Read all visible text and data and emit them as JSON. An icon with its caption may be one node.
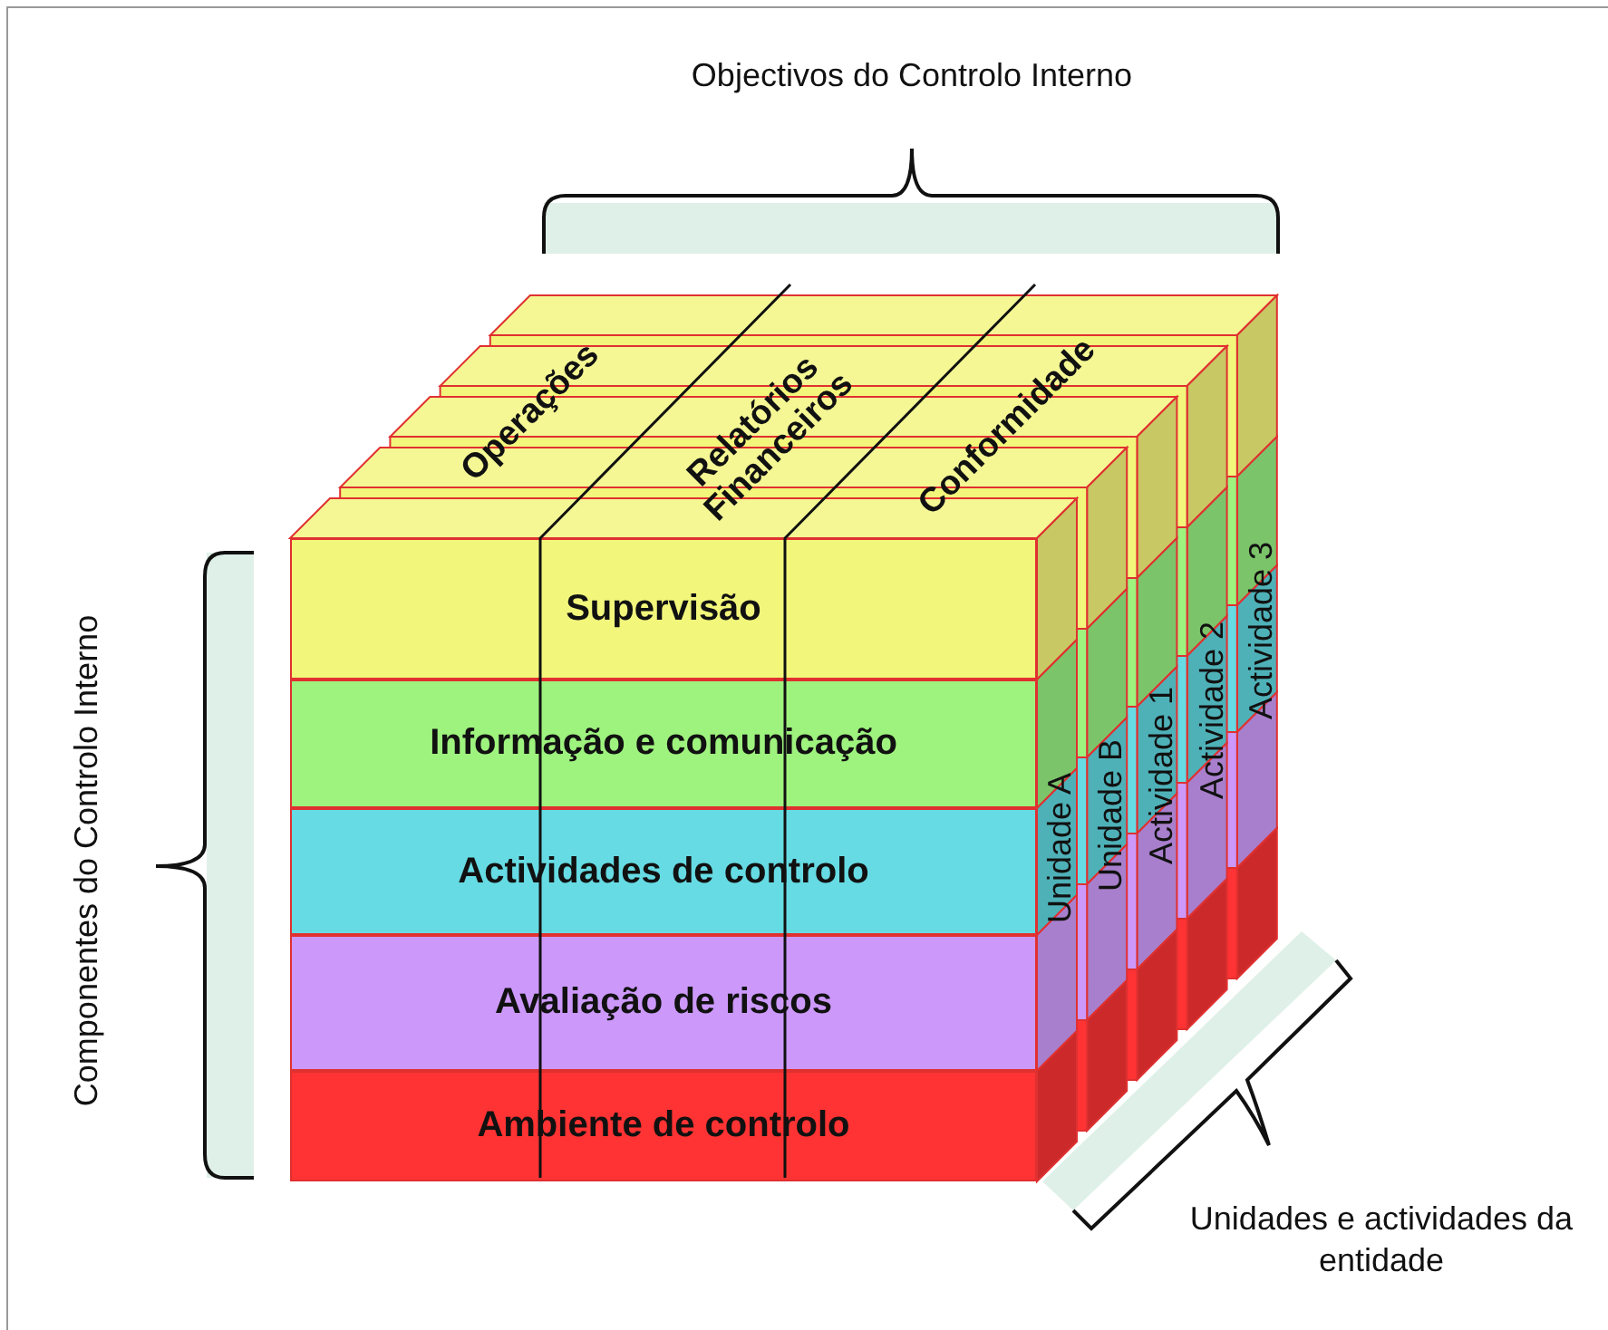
{
  "diagram": {
    "nodes": [
      {
        "text": [
          "Supervisão"
        ]
      },
      {
        "text": [
          "Informação e comunicação"
        ]
      },
      {
        "text": [
          "Actividades de controlo"
        ]
      },
      {
        "text": [
          "Avaliação de riscos"
        ]
      },
      {
        "text": [
          "Ambiente de controlo"
        ]
      }
    ],
    "edges": [],
    "labels": [
      "Objectivos do Controlo Interno",
      "Operações",
      "Relatórios Financeiros",
      "Conformidade",
      "Componentes do Controlo Interno",
      "Unidade A",
      "Unidade B",
      "Actividade 1",
      "Actividade 2",
      "Actividade 3",
      "Unidades e actividades da entidade"
    ]
  }
}
